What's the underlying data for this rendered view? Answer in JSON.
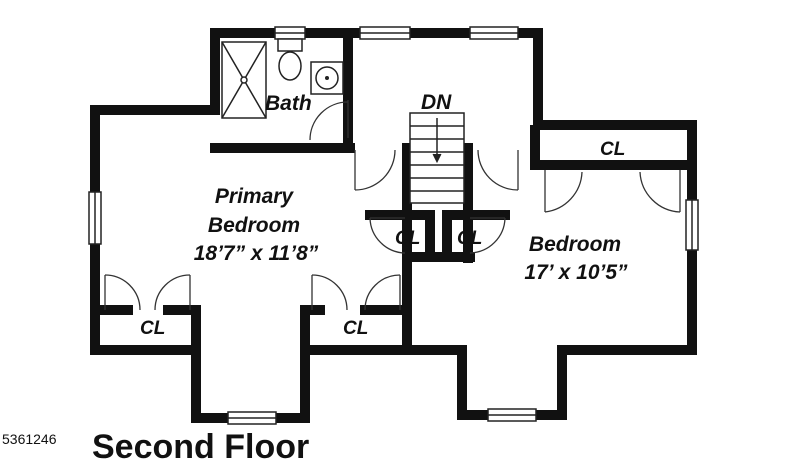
{
  "plan": {
    "caption": "Second Floor",
    "listing_number": "5361246",
    "rooms": {
      "primary_name_1": "Primary",
      "primary_name_2": "Bedroom",
      "primary_dims": "18’7” x 11’8”",
      "bedroom_name": "Bedroom",
      "bedroom_dims": "17’ x 10’5”",
      "bath_name": "Bath",
      "stairs_label": "DN"
    },
    "closets": {
      "bedroom_top": "CL",
      "hall_left": "CL",
      "hall_right": "CL",
      "primary_left": "CL",
      "primary_right": "CL"
    }
  }
}
